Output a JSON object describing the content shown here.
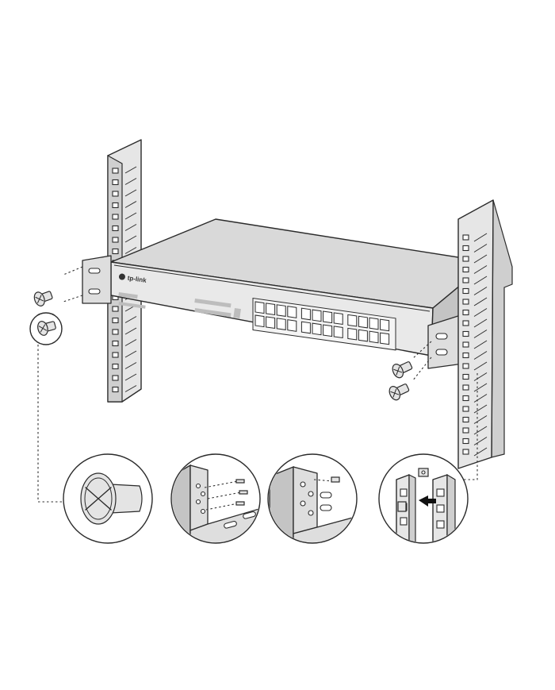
{
  "figure": {
    "brand_logo_text": "tp-link",
    "switch_port_count": 24,
    "steps_shown": 4,
    "colors": {
      "line": "#2b2b2b",
      "metal_light": "#e6e6e6",
      "metal_dark": "#c4c4c4",
      "background": "#ffffff"
    },
    "icons": [
      "screw-icon",
      "rack-rail",
      "mounting-bracket",
      "network-switch",
      "arrow-icon"
    ]
  }
}
